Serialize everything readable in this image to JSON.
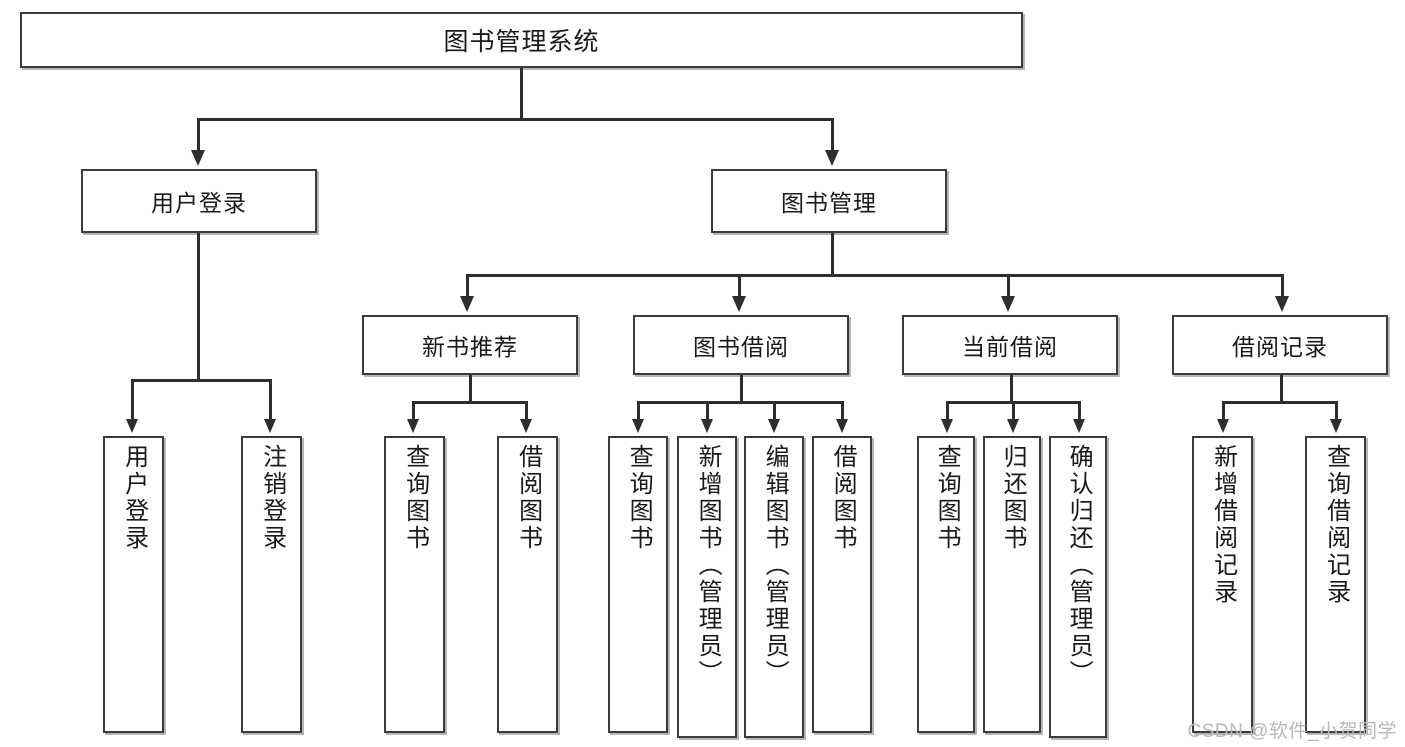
{
  "diagram": {
    "title": "图书管理系统",
    "type": "hierarchy-tree",
    "watermark": "CSDN @软件_小贺同学",
    "colors": {
      "box_border": "#3b3b3b",
      "connector": "#2e2e2e",
      "background": "#ffffff",
      "text": "#1a1a1a",
      "watermark": "#b8b8b8"
    },
    "root": {
      "label": "图书管理系统"
    },
    "level2": [
      {
        "label": "用户登录"
      },
      {
        "label": "图书管理"
      }
    ],
    "level3": [
      {
        "label": "新书推荐"
      },
      {
        "label": "图书借阅"
      },
      {
        "label": "当前借阅"
      },
      {
        "label": "借阅记录"
      }
    ],
    "leaves": {
      "user_login": [
        {
          "label": "用户登录"
        },
        {
          "label": "注销登录"
        }
      ],
      "new_book": [
        {
          "label": "查询图书"
        },
        {
          "label": "借阅图书"
        }
      ],
      "book_borrow": [
        {
          "label": "查询图书"
        },
        {
          "label": "新增图书（管理员）"
        },
        {
          "label": "编辑图书（管理员）"
        },
        {
          "label": "借阅图书"
        }
      ],
      "current_borrow": [
        {
          "label": "查询图书"
        },
        {
          "label": "归还图书"
        },
        {
          "label": "确认归还（管理员）"
        }
      ],
      "borrow_record": [
        {
          "label": "新增借阅记录"
        },
        {
          "label": "查询借阅记录"
        }
      ]
    }
  }
}
